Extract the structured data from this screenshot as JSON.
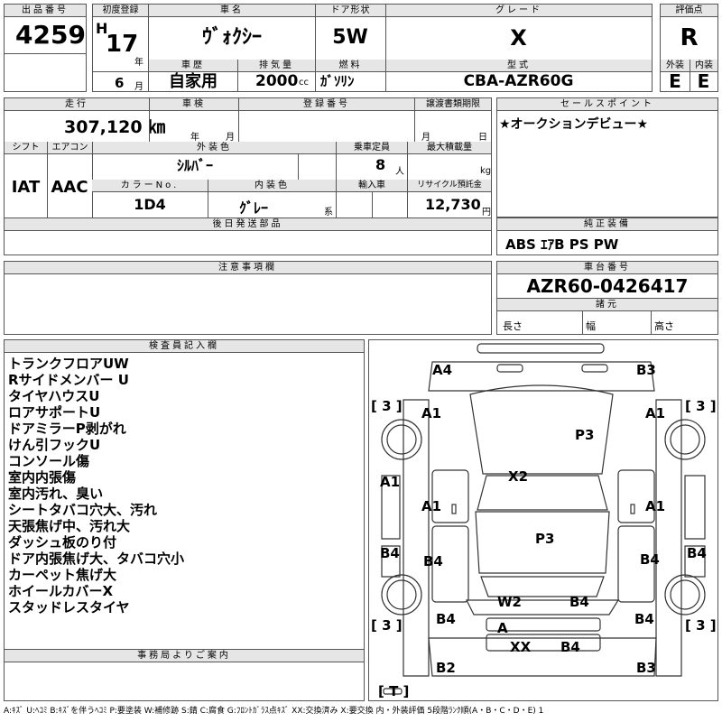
{
  "header": {
    "lot_no_label": "出品番号",
    "lot_no": "4259",
    "first_reg_label": "初度登録",
    "era": "H",
    "reg_year": "17",
    "year_unit": "年",
    "reg_month": "6",
    "month_unit": "月",
    "car_name_label": "車名",
    "car_name": "ｳﾞｫｸｼｰ",
    "door_label": "ドア形状",
    "door": "5W",
    "grade_label": "グレード",
    "grade": "X",
    "score_label": "評価点",
    "score": "R",
    "history_label": "車歴",
    "history": "自家用",
    "displacement_label": "排気量",
    "displacement": "2000",
    "cc_unit": "cc",
    "fuel_label": "燃料",
    "fuel": "ｶﾞｿﾘﾝ",
    "model_label": "型式",
    "model": "CBA-AZR60G",
    "ext_label": "外装",
    "ext_grade": "E",
    "int_label": "内装",
    "int_grade": "E"
  },
  "specs": {
    "mileage_label": "走行",
    "mileage": "307,120 ㎞",
    "inspection_label": "車検",
    "insp_year_unit": "年",
    "insp_month_unit": "月",
    "plate_label": "登録番号",
    "doc_label": "譲渡書類期限",
    "doc_month_unit": "月",
    "doc_day_unit": "日",
    "shift_label": "シフト",
    "shift": "IAT",
    "ac_label": "エアコン",
    "ac": "AAC",
    "color_label": "外装色",
    "color": "ｼﾙﾊﾞｰ",
    "capacity_label": "乗車定員",
    "capacity": "8",
    "capacity_unit": "人",
    "max_load_label": "最大積載量",
    "max_load_unit": "kg",
    "color_no_label": "カラーNo.",
    "color_no": "1D4",
    "interior_color_label": "内装色",
    "interior_color": "ｸﾞﾚｰ",
    "interior_suffix": "系",
    "import_label": "輸入車",
    "recycle_label": "リサイクル預託金",
    "recycle": "12,730",
    "recycle_unit": "円",
    "delivery_label": "後日発送部品",
    "notes_label": "注意事項欄"
  },
  "sales": {
    "label": "セールスポイント",
    "text": "★オークションデビュー★",
    "equip_label": "純正装備",
    "equip": "ABS ｴｱB PS PW",
    "chassis_label": "車台番号",
    "chassis": "AZR60-0426417",
    "dims_label": "諸元",
    "length_label": "長さ",
    "width_label": "幅",
    "height_label": "高さ"
  },
  "inspector": {
    "label": "検査員記入欄",
    "notes": [
      "トランクフロアUW",
      "Rサイドメンバー U",
      "タイヤハウスU",
      "ロアサポートU",
      "ドアミラーP剥がれ",
      "けん引フックU",
      "コンソール傷",
      "室内内張傷",
      "室内汚れ、臭い",
      "シートタバコ穴大、汚れ",
      "天張焦げ中、汚れ大",
      "ダッシュ板のり付",
      "ドア内張焦げ大、タバコ穴小",
      "カーペット焦げ大",
      "ホイールカバーX",
      "スタッドレスタイヤ"
    ],
    "office_label": "事務局よりご案内"
  },
  "diagram": {
    "marks": {
      "a4": "A4",
      "b3_top": "B3",
      "tire_fl": "[ 3 ]",
      "tire_fr": "[ 3 ]",
      "tire_rl": "[ 3 ]",
      "tire_rr": "[ 3 ]",
      "spare": "[ T ]",
      "a1_l1": "A1",
      "a1_r1": "A1",
      "p3_hood": "P3",
      "a1_l2": "A1",
      "x2": "X2",
      "a1_l3": "A1",
      "a1_r3": "A1",
      "b4_l1": "B4",
      "b4_r1": "B4",
      "p3_roof": "P3",
      "b4_l2": "B4",
      "b4_r2": "B4",
      "w2": "W2",
      "b4_m": "B4",
      "b4_l3": "B4",
      "b4_r3": "B4",
      "a_box": "A",
      "xx": "XX",
      "b4_bottom": "B4",
      "b2": "B2",
      "b3_bottom": "B3"
    }
  },
  "legend": "A:ｷｽﾞ U:ﾍｺﾐ B:ｷｽﾞを伴うﾍｺﾐ P:要塗装 W:補修跡 S:錆 C:腐食 G:ﾌﾛﾝﾄｶﾞﾗｽ点ｷｽﾞ XX:交換済み X:要交換 内・外装評価 5段階ﾗﾝｸ順(A・B・C・D・E) 1"
}
